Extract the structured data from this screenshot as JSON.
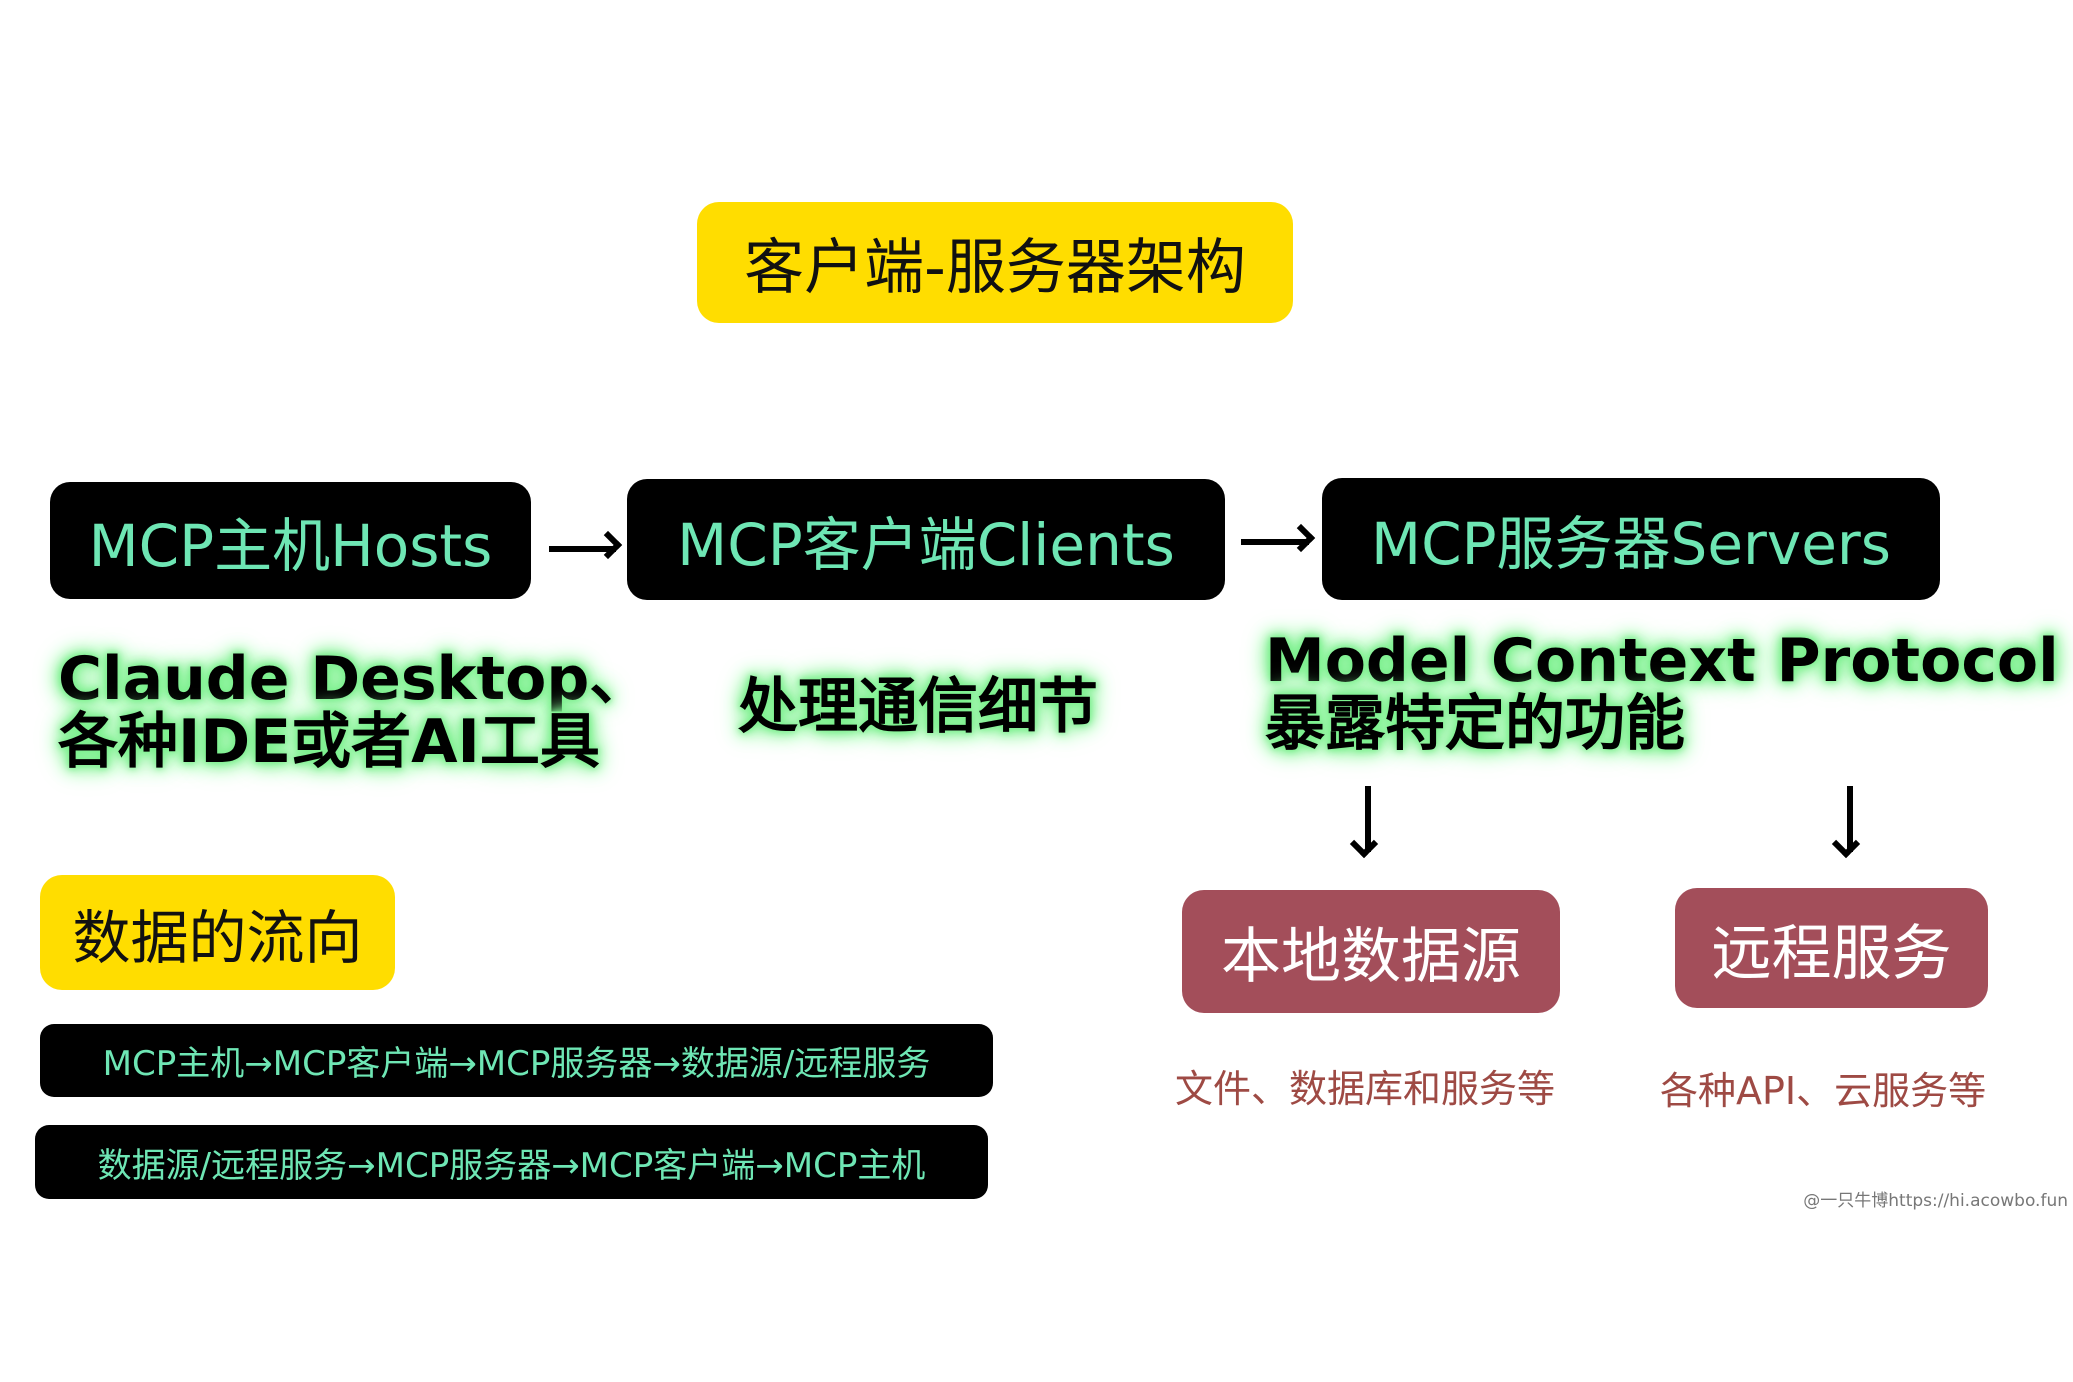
{
  "title": "客户端-服务器架构",
  "components": [
    {
      "label": "MCP主机Hosts",
      "description_lines": [
        "Claude Desktop、",
        "各种IDE或者AI工具"
      ]
    },
    {
      "label": "MCP客户端Clients",
      "description_lines": [
        "处理通信细节"
      ]
    },
    {
      "label": "MCP服务器Servers",
      "description_lines": [
        "Model Context Protocol",
        "暴露特定的功能"
      ]
    }
  ],
  "arrows": {
    "right": "→",
    "down": "↓"
  },
  "data_sources": [
    {
      "label": "本地数据源",
      "caption": "文件、数据库和服务等"
    },
    {
      "label": "远程服务",
      "caption": "各种API、云服务等"
    }
  ],
  "flow": {
    "title": "数据的流向",
    "rows": [
      "MCP主机→MCP客户端→MCP服务器→数据源/远程服务",
      "数据源/远程服务→MCP服务器→MCP客户端→MCP主机"
    ]
  },
  "watermark": "@一只牛博https://hi.acowbo.fun",
  "colors": {
    "title_bg": "#FFDD00",
    "node_bg": "#000000",
    "node_text": "#6EE6B4",
    "glow": "#7CF08E",
    "source_bg": "#A34E5A",
    "caption_text": "#9E4A44"
  }
}
